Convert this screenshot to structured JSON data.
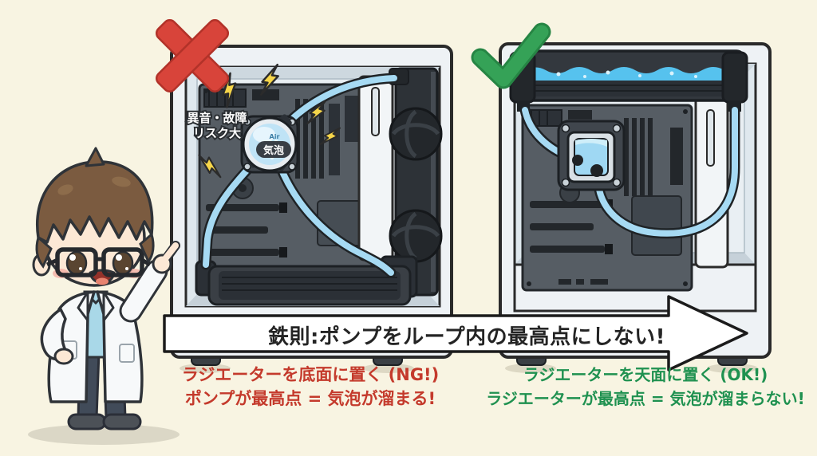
{
  "banner": {
    "text": "鉄則:ポンプをループ内の最高点にしない!"
  },
  "left_case": {
    "verdict": "NG",
    "warning_line1": "異音・故障",
    "warning_line2": "リスク大",
    "air_label": "Air",
    "bubble_badge": "気泡",
    "caption_line1": "ラジエーターを底面に置く (NG!)",
    "caption_line2": "ポンプが最高点 = 気泡が溜まる!"
  },
  "right_case": {
    "verdict": "OK",
    "caption_line1": "ラジエーターを天面に置く (OK!)",
    "caption_line2": "ラジエーターが最高点 = 気泡が溜まらない!"
  },
  "icons": {
    "left_verdict": "red-cross-icon",
    "right_verdict": "green-check-icon",
    "hazard": "lightning-icon",
    "flow": "right-arrow-banner"
  },
  "colors": {
    "background": "#f8f4e2",
    "case_body": "#eef2f5",
    "outline": "#2a2a2a",
    "motherboard": "#565d64",
    "coolant": "#56c2ee",
    "tube": "#a6daf3",
    "cross_red": "#d8443a",
    "check_green": "#35a257",
    "ng_text": "#c43a2c",
    "ok_text": "#1f9150",
    "lightning": "#f6d64a"
  }
}
